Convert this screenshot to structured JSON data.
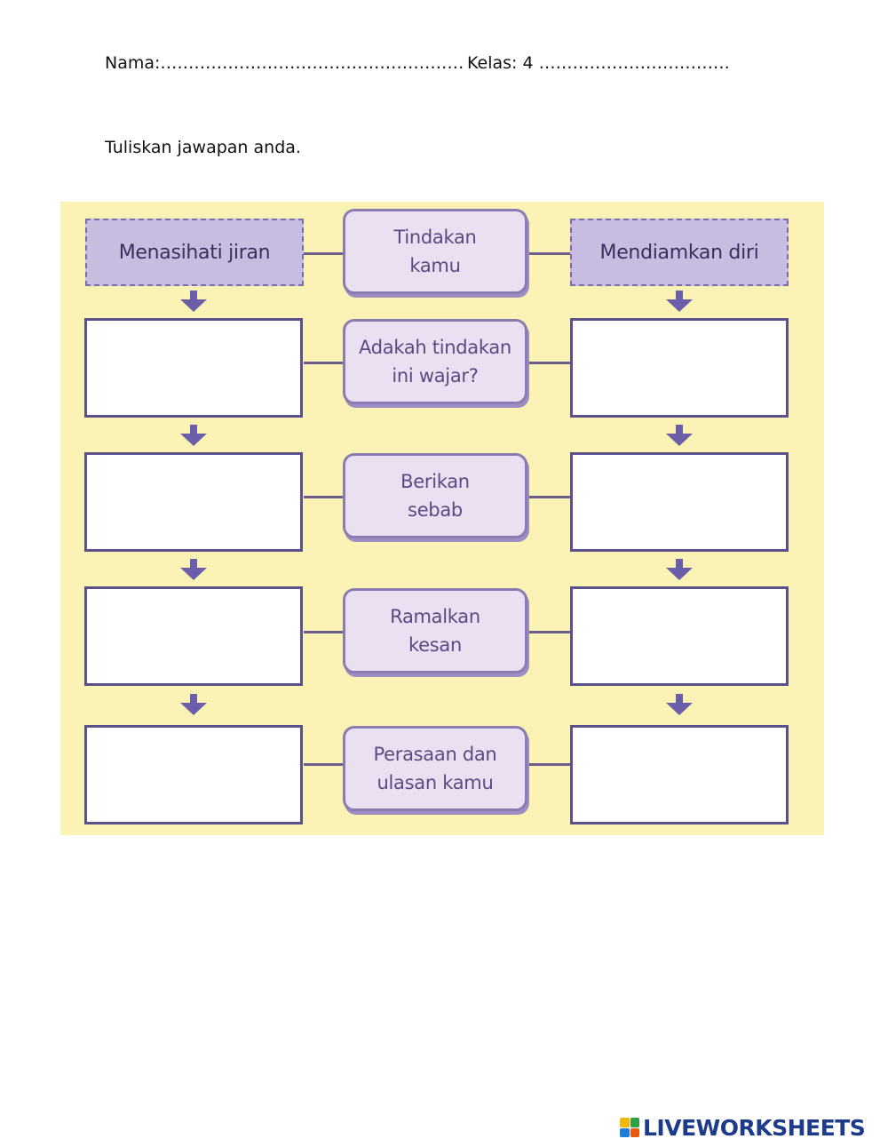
{
  "header": {
    "name_line": "Nama:………………………………………………",
    "class_line": "Kelas: 4 ……………………………."
  },
  "instruction": "Tuliskan jawapan anda.",
  "diagram": {
    "left_action": "Menasihati jiran",
    "right_action": "Mendiamkan diri",
    "prompts": [
      "Tindakan\nkamu",
      "Adakah tindakan\nini wajar?",
      "Berikan\nsebab",
      "Ramalkan\nkesan",
      "Perasaan dan\nulasan kamu"
    ],
    "colors": {
      "background": "#fbf3b6",
      "prompt_fill": "#ebe0f2",
      "action_fill": "#c7bde0",
      "arrow": "#6a5fa8"
    }
  },
  "footer": {
    "brand": "LIVEWORKSHEETS",
    "logo_icon": "liveworksheets-logo-icon"
  }
}
